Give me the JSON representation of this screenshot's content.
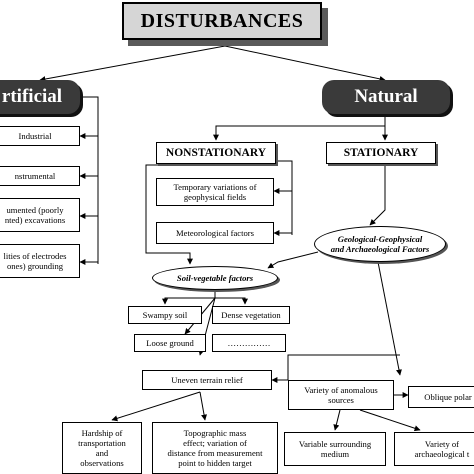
{
  "title": "DISTURBANCES",
  "categories": {
    "artificial": "rtificial",
    "natural": "Natural"
  },
  "artificial_items": [
    "Industrial",
    "nstrumental",
    "umented (poorly\nnted) excavations",
    "lities of electrodes\nones) grounding"
  ],
  "natural": {
    "nonstationary": {
      "label": "NONSTATIONARY",
      "items": [
        "Temporary variations of\ngeophysical fields",
        "Meteorological factors"
      ]
    },
    "stationary": {
      "label": "STATIONARY",
      "geo_factors": "Geological-Geophysical\nand Archaeological Factors",
      "soil_factors": "Soil-vegetable factors",
      "soil_items": [
        "Swampy soil",
        "Dense vegetation",
        "Loose ground",
        "……………"
      ],
      "uneven_terrain": "Uneven terrain relief",
      "terrain_effects": [
        "Hardship of\ntransportation\nand\nobservations",
        "Topographic mass\neffect; variation of\ndistance from measurement\npoint to hidden target"
      ],
      "anomalous_sources": "Variety of anomalous\nsources",
      "oblique": "Oblique polar",
      "surrounding": "Variable surrounding\nmedium",
      "archaeological": "Variety of\narchaeological t"
    }
  }
}
